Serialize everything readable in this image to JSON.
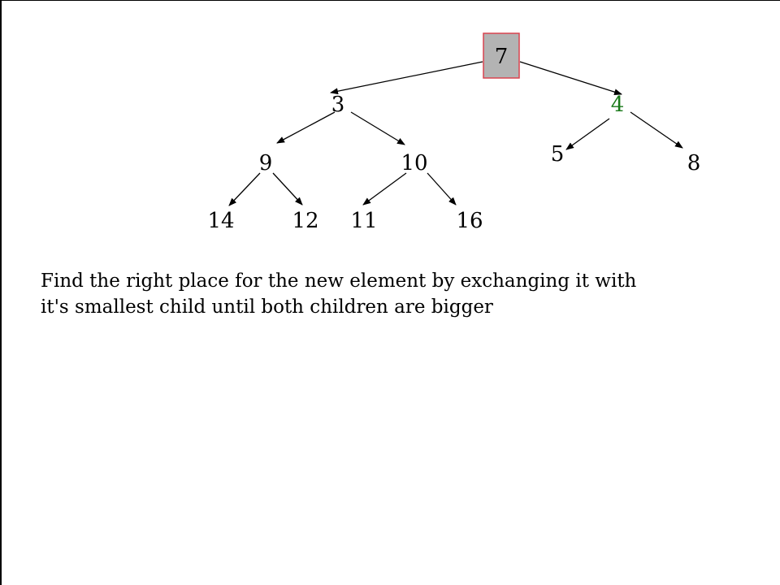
{
  "colors": {
    "default_node": "#000000",
    "highlight_node": "#1a7a1a",
    "new_element_fill": "#b3b3b3",
    "new_element_border": "#d9434f",
    "edge": "#000000"
  },
  "tree": {
    "root": "7",
    "nodes": [
      {
        "id": "n7",
        "label": "7"
      },
      {
        "id": "n3",
        "label": "3"
      },
      {
        "id": "n4",
        "label": "4"
      },
      {
        "id": "n9",
        "label": "9"
      },
      {
        "id": "n10",
        "label": "10"
      },
      {
        "id": "n5",
        "label": "5"
      },
      {
        "id": "n8",
        "label": "8"
      },
      {
        "id": "n14",
        "label": "14"
      },
      {
        "id": "n12",
        "label": "12"
      },
      {
        "id": "n11",
        "label": "11"
      },
      {
        "id": "n16",
        "label": "16"
      }
    ],
    "edges": [
      {
        "from": "n7",
        "to": "n3"
      },
      {
        "from": "n7",
        "to": "n4"
      },
      {
        "from": "n3",
        "to": "n9"
      },
      {
        "from": "n3",
        "to": "n10"
      },
      {
        "from": "n4",
        "to": "n5"
      },
      {
        "from": "n4",
        "to": "n8"
      },
      {
        "from": "n9",
        "to": "n14"
      },
      {
        "from": "n9",
        "to": "n12"
      },
      {
        "from": "n10",
        "to": "n11"
      },
      {
        "from": "n10",
        "to": "n16"
      }
    ]
  },
  "caption": {
    "line1": "Find the right place for the new element by exchanging it with",
    "line2": "it's smallest child until both children are bigger"
  }
}
